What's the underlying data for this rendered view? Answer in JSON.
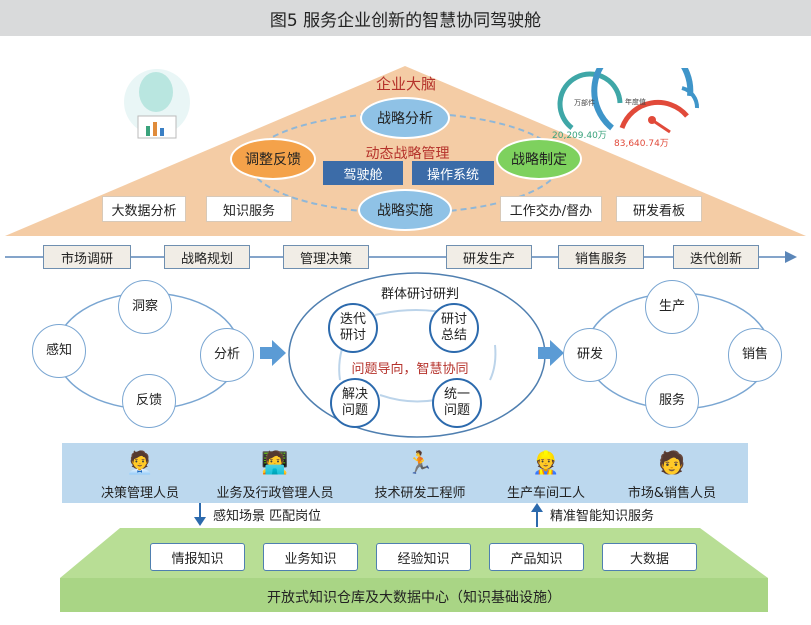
{
  "title": "图5  服务企业创新的智慧协同驾驶舱",
  "brain": {
    "label": "企业大脑",
    "strategy_analysis": "战略分析",
    "dynamic_mgmt": "动态战略管理",
    "adjust_feedback": "调整反馈",
    "strategy_making": "战略制定",
    "strategy_impl": "战略实施",
    "cockpit": "驾驶舱",
    "os": "操作系统",
    "bottom_left": [
      "大数据分析",
      "知识服务"
    ],
    "bottom_right": [
      "工作交办/督办",
      "研发看板"
    ]
  },
  "gauge": {
    "label1": "万部件",
    "label2": "年度值",
    "value1": "20,209.40万",
    "value2": "83,640.74万"
  },
  "timeline": [
    "市场调研",
    "战略规划",
    "管理决策",
    "研发生产",
    "销售服务",
    "迭代创新"
  ],
  "left_cycle": [
    "洞察",
    "感知",
    "分析",
    "反馈"
  ],
  "center": {
    "title": "群体研讨研判",
    "nodes": [
      "迭代\n研讨",
      "研讨\n总结",
      "解决\n问题",
      "统一\n问题"
    ],
    "slogan": "问题导向，智慧协同"
  },
  "right_cycle": [
    "生产",
    "研发",
    "销售",
    "服务"
  ],
  "people": [
    "决策管理人员",
    "业务及行政管理人员",
    "技术研发工程师",
    "生产车间工人",
    "市场&销售人员"
  ],
  "arrows": {
    "down": "感知场景 匹配岗位",
    "up": "精准智能知识服务"
  },
  "knowledge": [
    "情报知识",
    "业务知识",
    "经验知识",
    "产品知识",
    "大数据"
  ],
  "foundation": "开放式知识仓库及大数据中心（知识基础设施）",
  "colors": {
    "triangle": "#f3c9a0",
    "orange_pill": "#f4a24a",
    "green_pill": "#7ed15e",
    "blue_pill": "#8fc2e6",
    "dark_blue": "#3c6ca8",
    "people_band": "#bcd8ee",
    "green_base": "#b8de95",
    "red_text": "#b5322b"
  }
}
